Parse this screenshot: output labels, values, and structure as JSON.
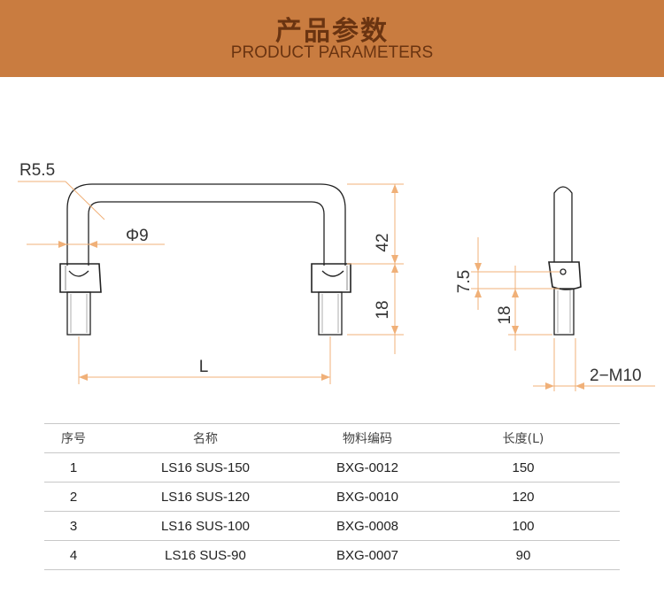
{
  "header": {
    "title": "产品参数",
    "subtitle": "PRODUCT PARAMETERS"
  },
  "drawing": {
    "radius_label": "R5.5",
    "diameter_label": "Φ9",
    "height_label": "42",
    "thread_length_label": "18",
    "length_label": "L",
    "side_offset_label": "7.5",
    "side_thread_label": "18",
    "thread_label": "2−M10"
  },
  "table": {
    "headers": [
      "序号",
      "名称",
      "物料编码",
      "长度(L)"
    ],
    "rows": [
      [
        "1",
        "LS16  SUS-150",
        "BXG-0012",
        "150"
      ],
      [
        "2",
        "LS16  SUS-120",
        "BXG-0010",
        "120"
      ],
      [
        "3",
        "LS16  SUS-100",
        "BXG-0008",
        "100"
      ],
      [
        "4",
        "LS16  SUS-90",
        "BXG-0007",
        "90"
      ]
    ]
  },
  "colors": {
    "banner": "#c97c40",
    "banner_text": "#6a3411",
    "dimension_lines": "#f0b078",
    "outline": "#222222"
  }
}
